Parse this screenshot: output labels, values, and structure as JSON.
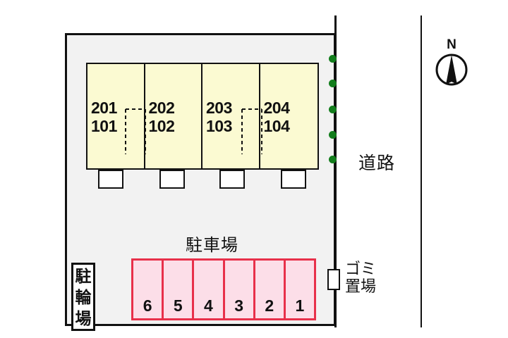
{
  "map": {
    "title": "apartment-site-layout",
    "colors": {
      "lot_background": "#f2f2f2",
      "building_fill": "#fbfad2",
      "parking_fill": "#fcdee8",
      "parking_border": "#e8304a",
      "greenery": "#127d1c",
      "outline": "#111111"
    }
  },
  "compass": {
    "label": "N",
    "icon": "north-arrow-icon"
  },
  "road": {
    "label": "道路",
    "boundary_icon": "road-boundary-line",
    "centerline_icon": "road-center-line"
  },
  "building": {
    "units": [
      {
        "upper": "201",
        "lower": "101"
      },
      {
        "upper": "202",
        "lower": "102"
      },
      {
        "upper": "203",
        "lower": "103"
      },
      {
        "upper": "204",
        "lower": "104"
      }
    ],
    "entrance_icon": "entrance-box-icon",
    "stair_icon": "dashed-stair-path-icon"
  },
  "greenery": {
    "icon": "shrub-dot-icon",
    "count": 5
  },
  "parking": {
    "title": "駐車場",
    "spaces": [
      "6",
      "5",
      "4",
      "3",
      "2",
      "1"
    ]
  },
  "bicycle_parking": {
    "characters": [
      "駐",
      "輪",
      "場"
    ]
  },
  "trash_area": {
    "lines": [
      "ゴミ",
      "置場"
    ],
    "marker_icon": "trash-area-marker-icon"
  }
}
